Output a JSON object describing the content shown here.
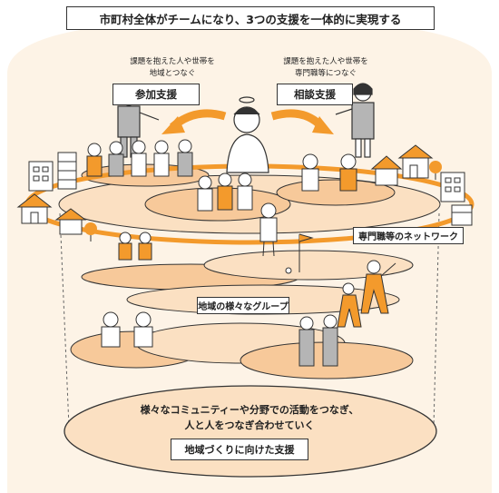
{
  "title": "市町村全体がチームになり、3つの支援を一体的に実現する",
  "participation": {
    "label": "参加支援",
    "note_line1": "課題を抱えた人や世帯を",
    "note_line2": "地域とつなぐ"
  },
  "consultation": {
    "label": "相談支援",
    "note_line1": "課題を抱えた人や世帯を",
    "note_line2": "専門職等につなぐ"
  },
  "network_label": "専門職等のネットワーク",
  "groups_label": "地域の様々なグループ",
  "community": {
    "line1": "様々なコミュニティーや分野での活動をつなぎ、",
    "line2": "人と人をつなぎ合わせていく"
  },
  "community_support_label": "地域づくりに向けた支援",
  "colors": {
    "accent_orange": "#f39a2c",
    "disc_peach": "#f7c99a",
    "disc_light": "#fbe0c2",
    "background_cream": "#fdf3e6",
    "line_dark": "#333333"
  }
}
